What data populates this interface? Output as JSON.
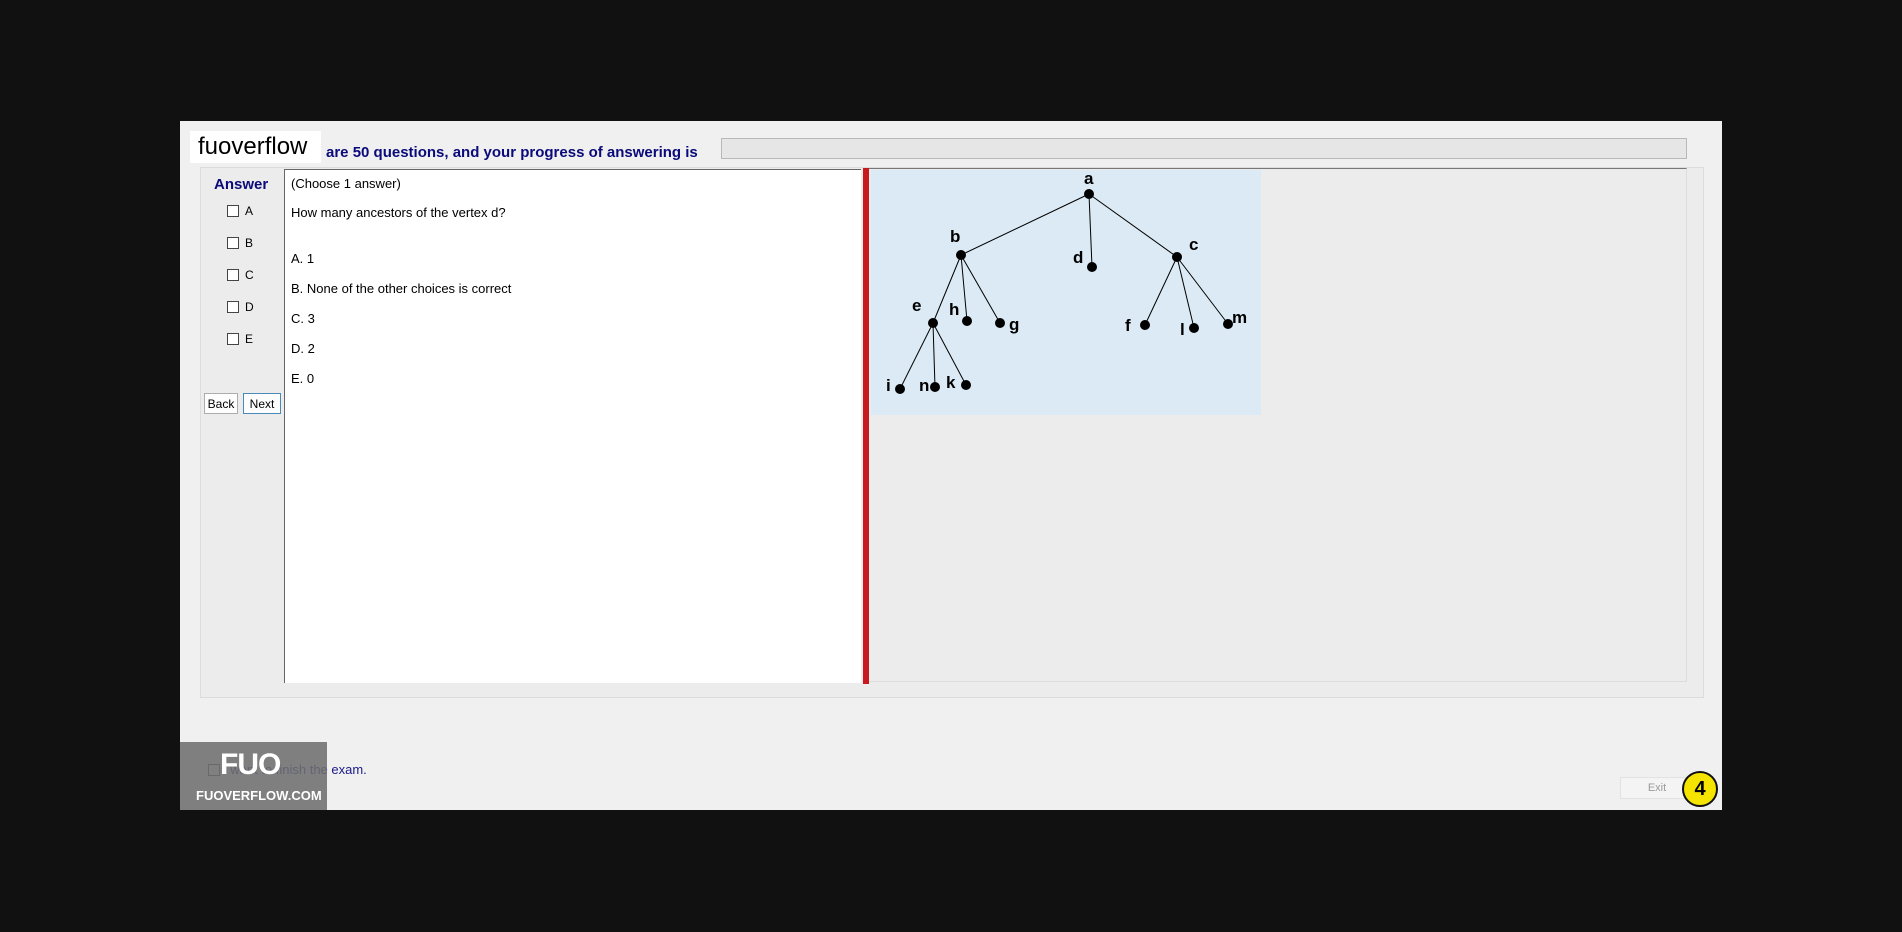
{
  "brand": {
    "logo_text": "fuoverflow"
  },
  "header": {
    "progress_text": "are 50 questions, and your progress of answering is",
    "progress_fraction": 0
  },
  "answer_panel": {
    "title": "Answer",
    "options": [
      "A",
      "B",
      "C",
      "D",
      "E"
    ],
    "back_label": "Back",
    "next_label": "Next"
  },
  "question": {
    "instruction": "(Choose 1 answer)",
    "text": "How many ancestors of the vertex d?",
    "choices": [
      "A.  1",
      "B.  None of the other choices is correct",
      "C.  3",
      "D.  2",
      "E.  0"
    ]
  },
  "tree": {
    "nodes": [
      "a",
      "b",
      "c",
      "d",
      "e",
      "f",
      "g",
      "h",
      "i",
      "k",
      "l",
      "m",
      "n"
    ],
    "edges": [
      [
        "a",
        "b"
      ],
      [
        "a",
        "d"
      ],
      [
        "a",
        "c"
      ],
      [
        "b",
        "e"
      ],
      [
        "b",
        "h"
      ],
      [
        "b",
        "g"
      ],
      [
        "c",
        "f"
      ],
      [
        "c",
        "l"
      ],
      [
        "c",
        "m"
      ],
      [
        "e",
        "i"
      ],
      [
        "e",
        "n"
      ],
      [
        "e",
        "k"
      ]
    ]
  },
  "footer": {
    "finish_label": "I want to finish the exam.",
    "exit_label": "Exit",
    "page_number": "4"
  },
  "watermark": {
    "logo": "FUO",
    "site": "FUOVERFLOW.COM"
  },
  "colors": {
    "title_text": "#0a0a7a",
    "divider": "#c8191f",
    "tree_bg": "#dbeaf4",
    "badge": "#f5e400"
  }
}
